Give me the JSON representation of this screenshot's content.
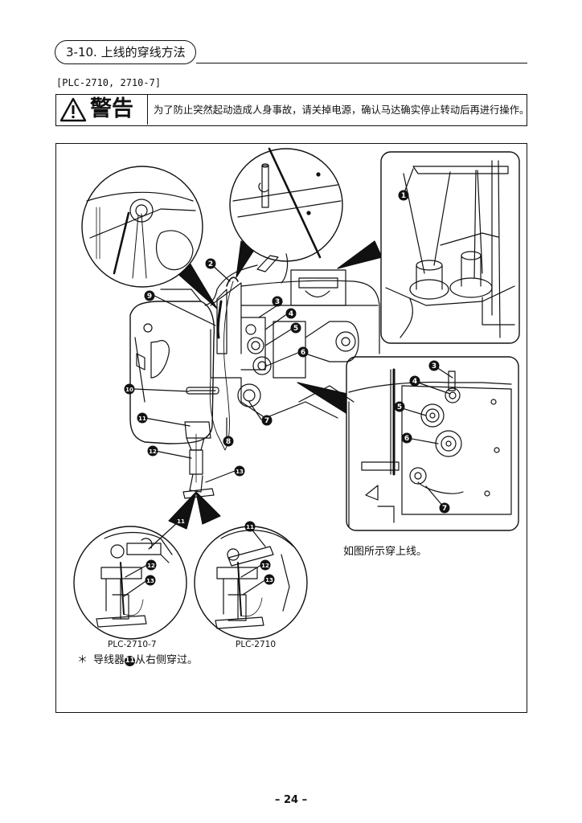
{
  "section": {
    "title": "3-10. 上线的穿线方法"
  },
  "model_ref": "[PLC-2710, 2710-7]",
  "warning": {
    "label": "警告",
    "text": "为了防止突然起动造成人身事故，请关掉电源，确认马达确实停止转动后再进行操作。"
  },
  "figure": {
    "caption": "如图所示穿上线。",
    "model_a": "PLC-2710-7",
    "model_b": "PLC-2710",
    "callouts": [
      "1",
      "2",
      "3",
      "4",
      "5",
      "6",
      "7",
      "8",
      "9",
      "10",
      "11",
      "12",
      "13"
    ]
  },
  "footnote": {
    "star": "＊",
    "prefix": "导线器",
    "num": "11",
    "suffix": "从右侧穿过。"
  },
  "page_number": "– 24 –"
}
